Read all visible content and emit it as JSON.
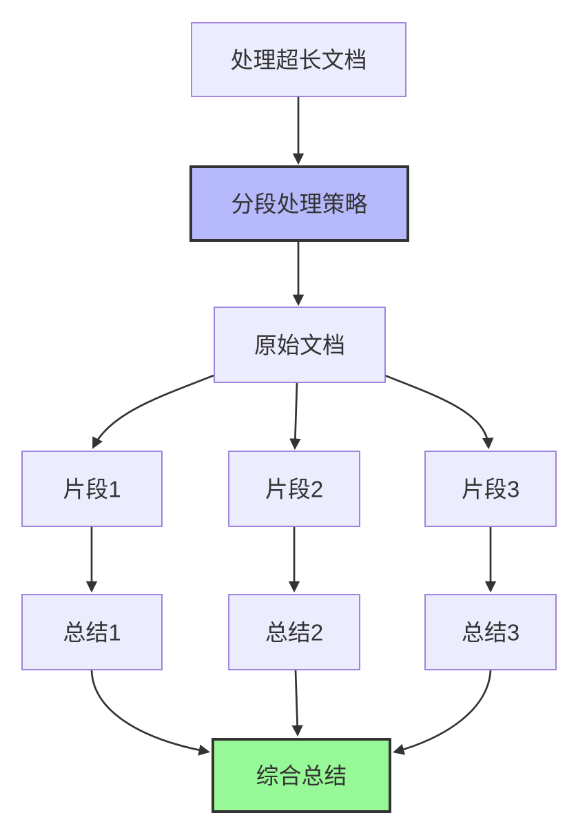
{
  "diagram": {
    "type": "flowchart",
    "direction": "top-down",
    "nodes": [
      {
        "id": "start",
        "label": "处理超长文档",
        "style": "default"
      },
      {
        "id": "strategy",
        "label": "分段处理策略",
        "style": "highlight"
      },
      {
        "id": "doc",
        "label": "原始文档",
        "style": "default"
      },
      {
        "id": "chunk1",
        "label": "片段1",
        "style": "default"
      },
      {
        "id": "chunk2",
        "label": "片段2",
        "style": "default"
      },
      {
        "id": "chunk3",
        "label": "片段3",
        "style": "default"
      },
      {
        "id": "summary1",
        "label": "总结1",
        "style": "default"
      },
      {
        "id": "summary2",
        "label": "总结2",
        "style": "default"
      },
      {
        "id": "summary3",
        "label": "总结3",
        "style": "default"
      },
      {
        "id": "final",
        "label": "综合总结",
        "style": "success"
      }
    ],
    "edges": [
      {
        "from": "处理超长文档",
        "to": "分段处理策略"
      },
      {
        "from": "分段处理策略",
        "to": "原始文档"
      },
      {
        "from": "原始文档",
        "to": "片段1"
      },
      {
        "from": "原始文档",
        "to": "片段2"
      },
      {
        "from": "原始文档",
        "to": "片段3"
      },
      {
        "from": "片段1",
        "to": "总结1"
      },
      {
        "from": "片段2",
        "to": "总结2"
      },
      {
        "from": "片段3",
        "to": "总结3"
      },
      {
        "from": "总结1",
        "to": "综合总结"
      },
      {
        "from": "总结2",
        "to": "综合总结"
      },
      {
        "from": "总结3",
        "to": "综合总结"
      }
    ]
  },
  "colors": {
    "background": "#FFFFFF",
    "node_fill": "#ECECFF",
    "node_border": "#9370DB",
    "highlight_fill": "#B6B9FB",
    "highlight_border": "#333333",
    "success_fill": "#96F896",
    "success_border": "#333333",
    "edge": "#333333",
    "text": "#333333"
  }
}
